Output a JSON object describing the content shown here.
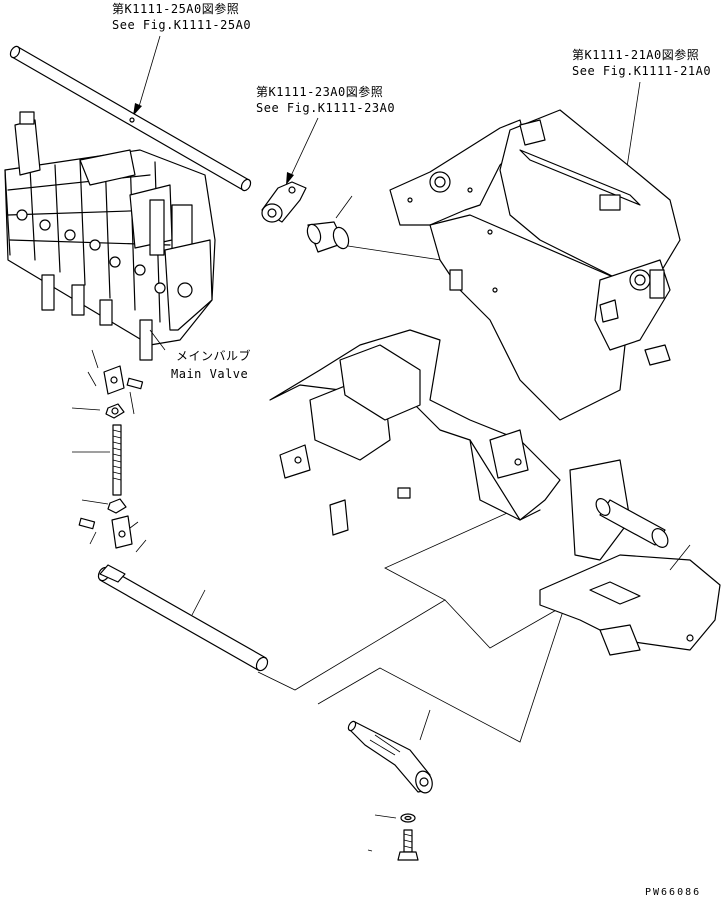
{
  "references": {
    "top_left": {
      "jp": "第K1111-25A0図参照",
      "en": "See Fig.K1111-25A0"
    },
    "top_center": {
      "jp": "第K1111-23A0図参照",
      "en": "See Fig.K1111-23A0"
    },
    "top_right": {
      "jp": "第K1111-21A0図参照",
      "en": "See Fig.K1111-21A0"
    }
  },
  "main_valve": {
    "jp": "メインバルブ",
    "en": "Main Valve"
  },
  "drawing_code": "PW66086"
}
